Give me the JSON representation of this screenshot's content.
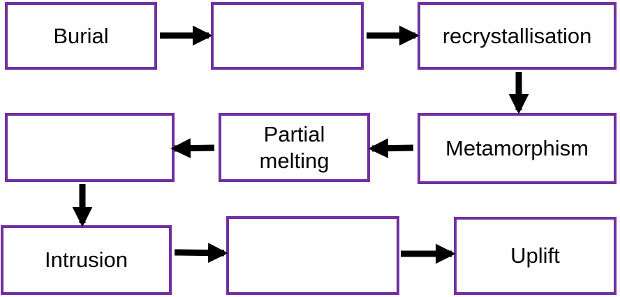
{
  "diagram": {
    "colors": {
      "box_border": "#7030a0",
      "arrow": "#000000",
      "text": "#000000"
    },
    "boxes": {
      "burial": {
        "label": "Burial"
      },
      "blank_1": {
        "label": ""
      },
      "recrystallisation": {
        "label": "recrystallisation"
      },
      "metamorphism": {
        "label": "Metamorphism"
      },
      "partial_melting": {
        "label_line1": "Partial",
        "label_line2": "melting"
      },
      "blank_2": {
        "label": ""
      },
      "intrusion": {
        "label": "Intrusion"
      },
      "blank_3": {
        "label": ""
      },
      "uplift": {
        "label": "Uplift"
      }
    },
    "arrows": [
      {
        "from": "burial",
        "to": "blank_1"
      },
      {
        "from": "blank_1",
        "to": "recrystallisation"
      },
      {
        "from": "recrystallisation",
        "to": "metamorphism"
      },
      {
        "from": "metamorphism",
        "to": "partial_melting"
      },
      {
        "from": "partial_melting",
        "to": "blank_2"
      },
      {
        "from": "blank_2",
        "to": "intrusion"
      },
      {
        "from": "intrusion",
        "to": "blank_3"
      },
      {
        "from": "blank_3",
        "to": "uplift"
      }
    ]
  }
}
